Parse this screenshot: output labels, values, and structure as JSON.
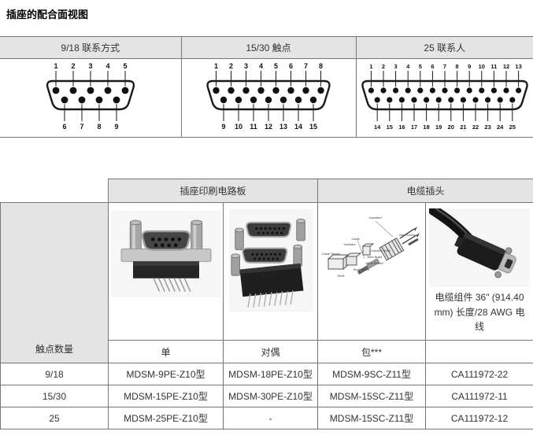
{
  "page_title": "插座的配合面视图",
  "mating_table": {
    "headers": [
      "9/18 联系方式",
      "15/30 触点",
      "25 联系人"
    ],
    "connectors": [
      {
        "name": "dsub-9",
        "top_labels": [
          "1",
          "2",
          "3",
          "4",
          "5"
        ],
        "bottom_labels": [
          "6",
          "7",
          "8",
          "9"
        ]
      },
      {
        "name": "dsub-15",
        "top_labels": [
          "1",
          "2",
          "3",
          "4",
          "5",
          "6",
          "7",
          "8"
        ],
        "bottom_labels": [
          "9",
          "10",
          "11",
          "12",
          "13",
          "14",
          "15"
        ]
      },
      {
        "name": "dsub-25",
        "top_labels": [
          "1",
          "2",
          "3",
          "4",
          "5",
          "6",
          "7",
          "8",
          "9",
          "10",
          "11",
          "12",
          "13"
        ],
        "bottom_labels": [
          "14",
          "15",
          "16",
          "17",
          "18",
          "19",
          "20",
          "21",
          "22",
          "23",
          "24",
          "25"
        ]
      }
    ]
  },
  "product_table": {
    "group_headers": [
      "插座印刷电路板",
      "电缆插头"
    ],
    "row_header": "触点数量",
    "column_labels": [
      "单",
      "对偶",
      "包***"
    ],
    "cable_caption": "电缆组件 36\" (914.40 mm) 长度/28 AWG 电线",
    "rows": [
      {
        "contacts": "9/18",
        "single": "MDSM-9PE-Z10型",
        "dual": "MDSM-18PE-Z10型",
        "plug": "MDSM-9SC-Z11型",
        "cable": "CA111972-22"
      },
      {
        "contacts": "15/30",
        "single": "MDSM-15PE-Z10型",
        "dual": "MDSM-30PE-Z10型",
        "plug": "MDSM-15SC-Z11型",
        "cable": "CA111972-11"
      },
      {
        "contacts": "25",
        "single": "MDSM-25PE-Z10型",
        "dual": "-",
        "plug": "MDSM-15SC-Z11型",
        "cable": "CA111972-12"
      }
    ]
  },
  "exploded_labels": [
    "Insulated",
    "Jack Screw",
    "Cable",
    "Junction Shell",
    "Wire Braid",
    "MDS Socket",
    "Insulator",
    "Cable Sleeve",
    "Shell Cover",
    "Shell"
  ],
  "colors": {
    "header_bg": "#e4e4e4",
    "border": "#777777",
    "text": "#333333"
  }
}
